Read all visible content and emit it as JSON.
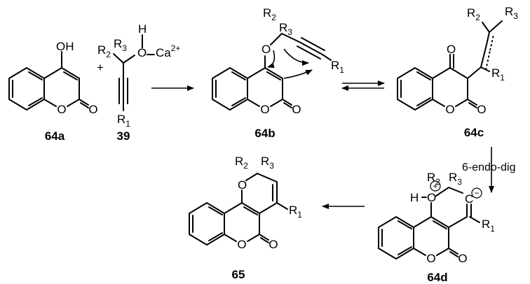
{
  "atoms": {
    "oh": "OH",
    "o": "O",
    "h": "H",
    "c": "C",
    "r": "R",
    "ca": "Ca",
    "charge_2plus": "2+",
    "plus_sign": "+",
    "s1": "1",
    "s2": "2",
    "s3": "3"
  },
  "compounds": {
    "64a": "64a",
    "39": "39",
    "64b": "64b",
    "64c": "64c",
    "64d": "64d",
    "65": "65"
  },
  "step_label": "6-endo-dig",
  "charges": {
    "positive": "+",
    "negative": "−"
  },
  "icons": [
    "reaction-arrow-icon",
    "equilibrium-arrow-icon",
    "curved-electron-arrow-icon"
  ]
}
